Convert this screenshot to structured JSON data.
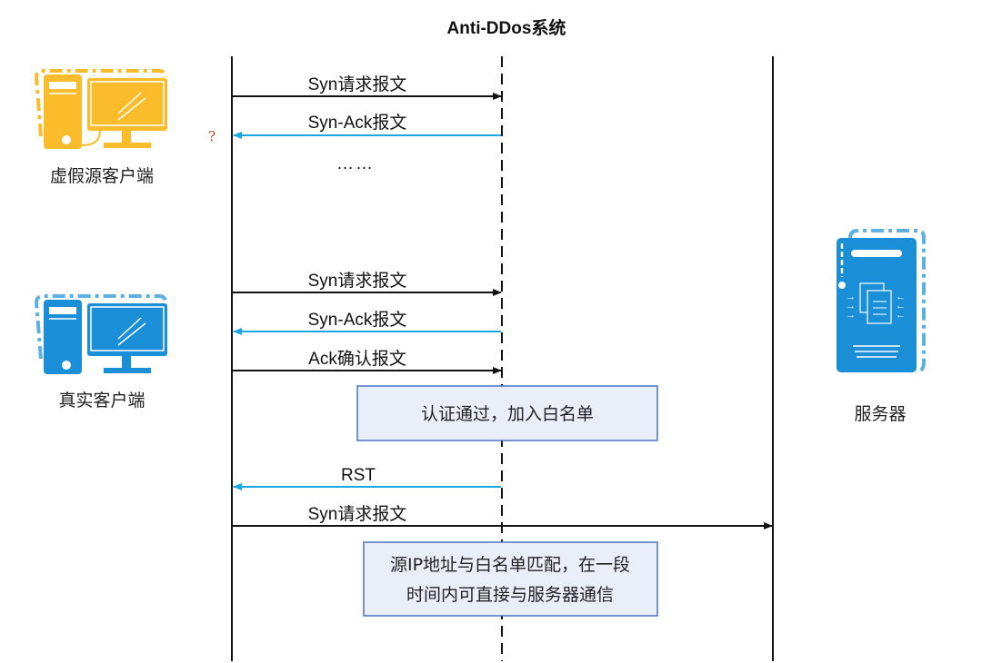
{
  "title": "Anti-DDos系统",
  "actors": {
    "fake_client": "虚假源客户端",
    "real_client": "真实客户端",
    "server": "服务器"
  },
  "question_mark": "?",
  "messages": [
    {
      "label": "Syn请求报文",
      "direction": "right"
    },
    {
      "label": "Syn-Ack报文",
      "direction": "left"
    },
    {
      "label": "……",
      "direction": "none"
    },
    {
      "label": "Syn请求报文",
      "direction": "right"
    },
    {
      "label": "Syn-Ack报文",
      "direction": "left"
    },
    {
      "label": "Ack确认报文",
      "direction": "right"
    },
    {
      "label": "RST",
      "direction": "left"
    },
    {
      "label": "Syn请求报文",
      "direction": "right"
    }
  ],
  "notes": {
    "auth": "认证通过，加入白名单",
    "whitelist_line1": "源IP地址与白名单匹配，在一段",
    "whitelist_line2": "时间内可直接与服务器通信"
  },
  "colors": {
    "fake_client": "#FBBC2C",
    "real_client": "#1A8ED6",
    "reply_arrow": "#1AA7E0",
    "note_fill": "#E9EEF8",
    "note_border": "#4A72C0"
  }
}
